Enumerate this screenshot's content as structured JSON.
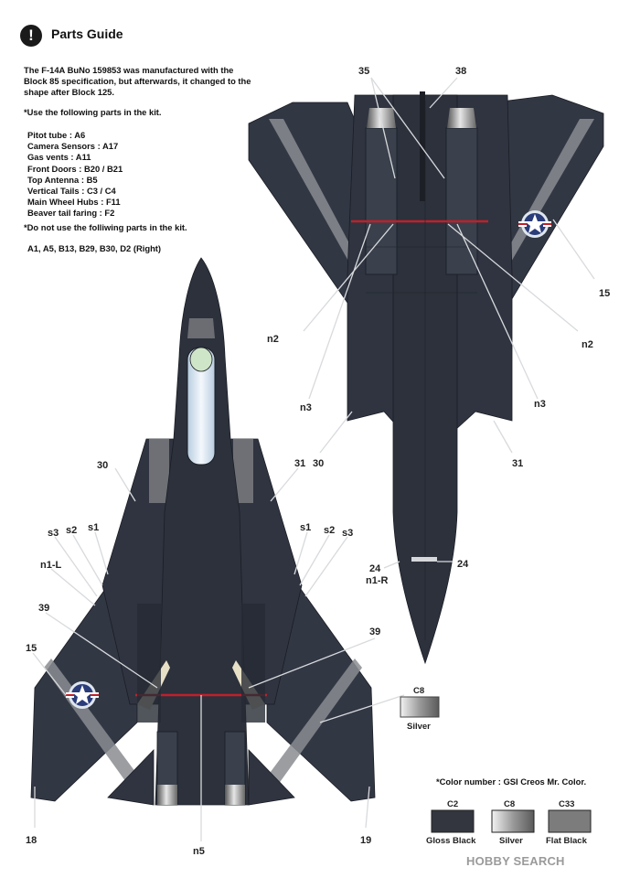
{
  "header": {
    "icon": "exclamation-icon",
    "title": "Parts Guide"
  },
  "intro": "The F-14A BuNo 159853 was manufactured with the Block 85 specification, but afterwards, it changed to the shape after Block 125.",
  "use_note": "*Use the following parts in the kit.",
  "parts": [
    "Pitot tube : A6",
    "Camera Sensors : A17",
    "Gas vents : A11",
    "Front Doors : B20 / B21",
    "Top Antenna : B5",
    "Vertical Tails : C3 / C4",
    "Main Wheel Hubs : F11",
    "Beaver tail faring : F2"
  ],
  "dont_note": "*Do not use the folliwing parts in the kit.",
  "dont_parts": "A1, A5, B13, B29, B30, D2 (Right)",
  "callouts": {
    "c35": "35",
    "c38": "38",
    "c15": "15",
    "n2": "n2",
    "n3": "n3",
    "c30": "30",
    "c31": "31",
    "c24": "24",
    "n1r": "n1-R",
    "n1l": "n1-L",
    "s1": "s1",
    "s2": "s2",
    "s3": "s3",
    "c39": "39",
    "c18": "18",
    "c19": "19",
    "n5": "n5"
  },
  "callout_swatch": {
    "code": "C8",
    "name": "Silver"
  },
  "color_note": "*Color number : GSI Creos Mr. Color.",
  "swatches": [
    {
      "code": "C2",
      "name": "Gloss Black",
      "color": "#33363f"
    },
    {
      "code": "C8",
      "name": "Silver",
      "color": "#b8b8b8"
    },
    {
      "code": "C33",
      "name": "Flat Black",
      "color": "#7c7c7c"
    }
  ],
  "watermark": "HOBBY SEARCH",
  "colors": {
    "airframe": "#2f3440",
    "panel": "#3a404c",
    "gray_band": "#8a8c90",
    "red_line": "#c0202a",
    "cream": "#e8e0c6"
  }
}
